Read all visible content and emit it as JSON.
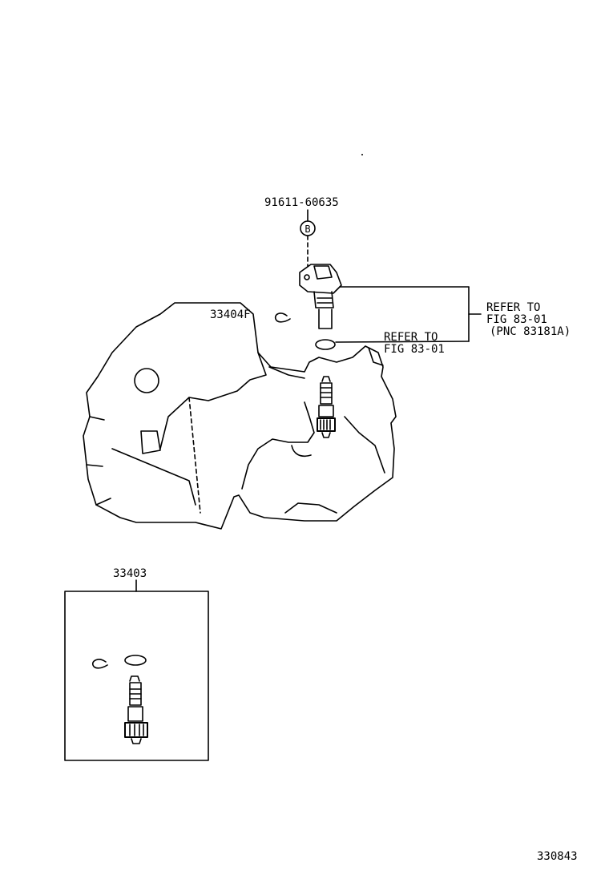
{
  "callouts": {
    "bolt_part": "91611-60635",
    "bolt_marker": "B",
    "sensor_refer_line1": "REFER TO",
    "sensor_refer_line2": "FIG 83-01",
    "sensor_refer_line3": "(PNC 83181A)",
    "oring_refer_line1": "REFER TO",
    "oring_refer_line2": "FIG 83-01",
    "clip_part": "33404F",
    "kit_part": "33403"
  },
  "figure_code": "330843"
}
